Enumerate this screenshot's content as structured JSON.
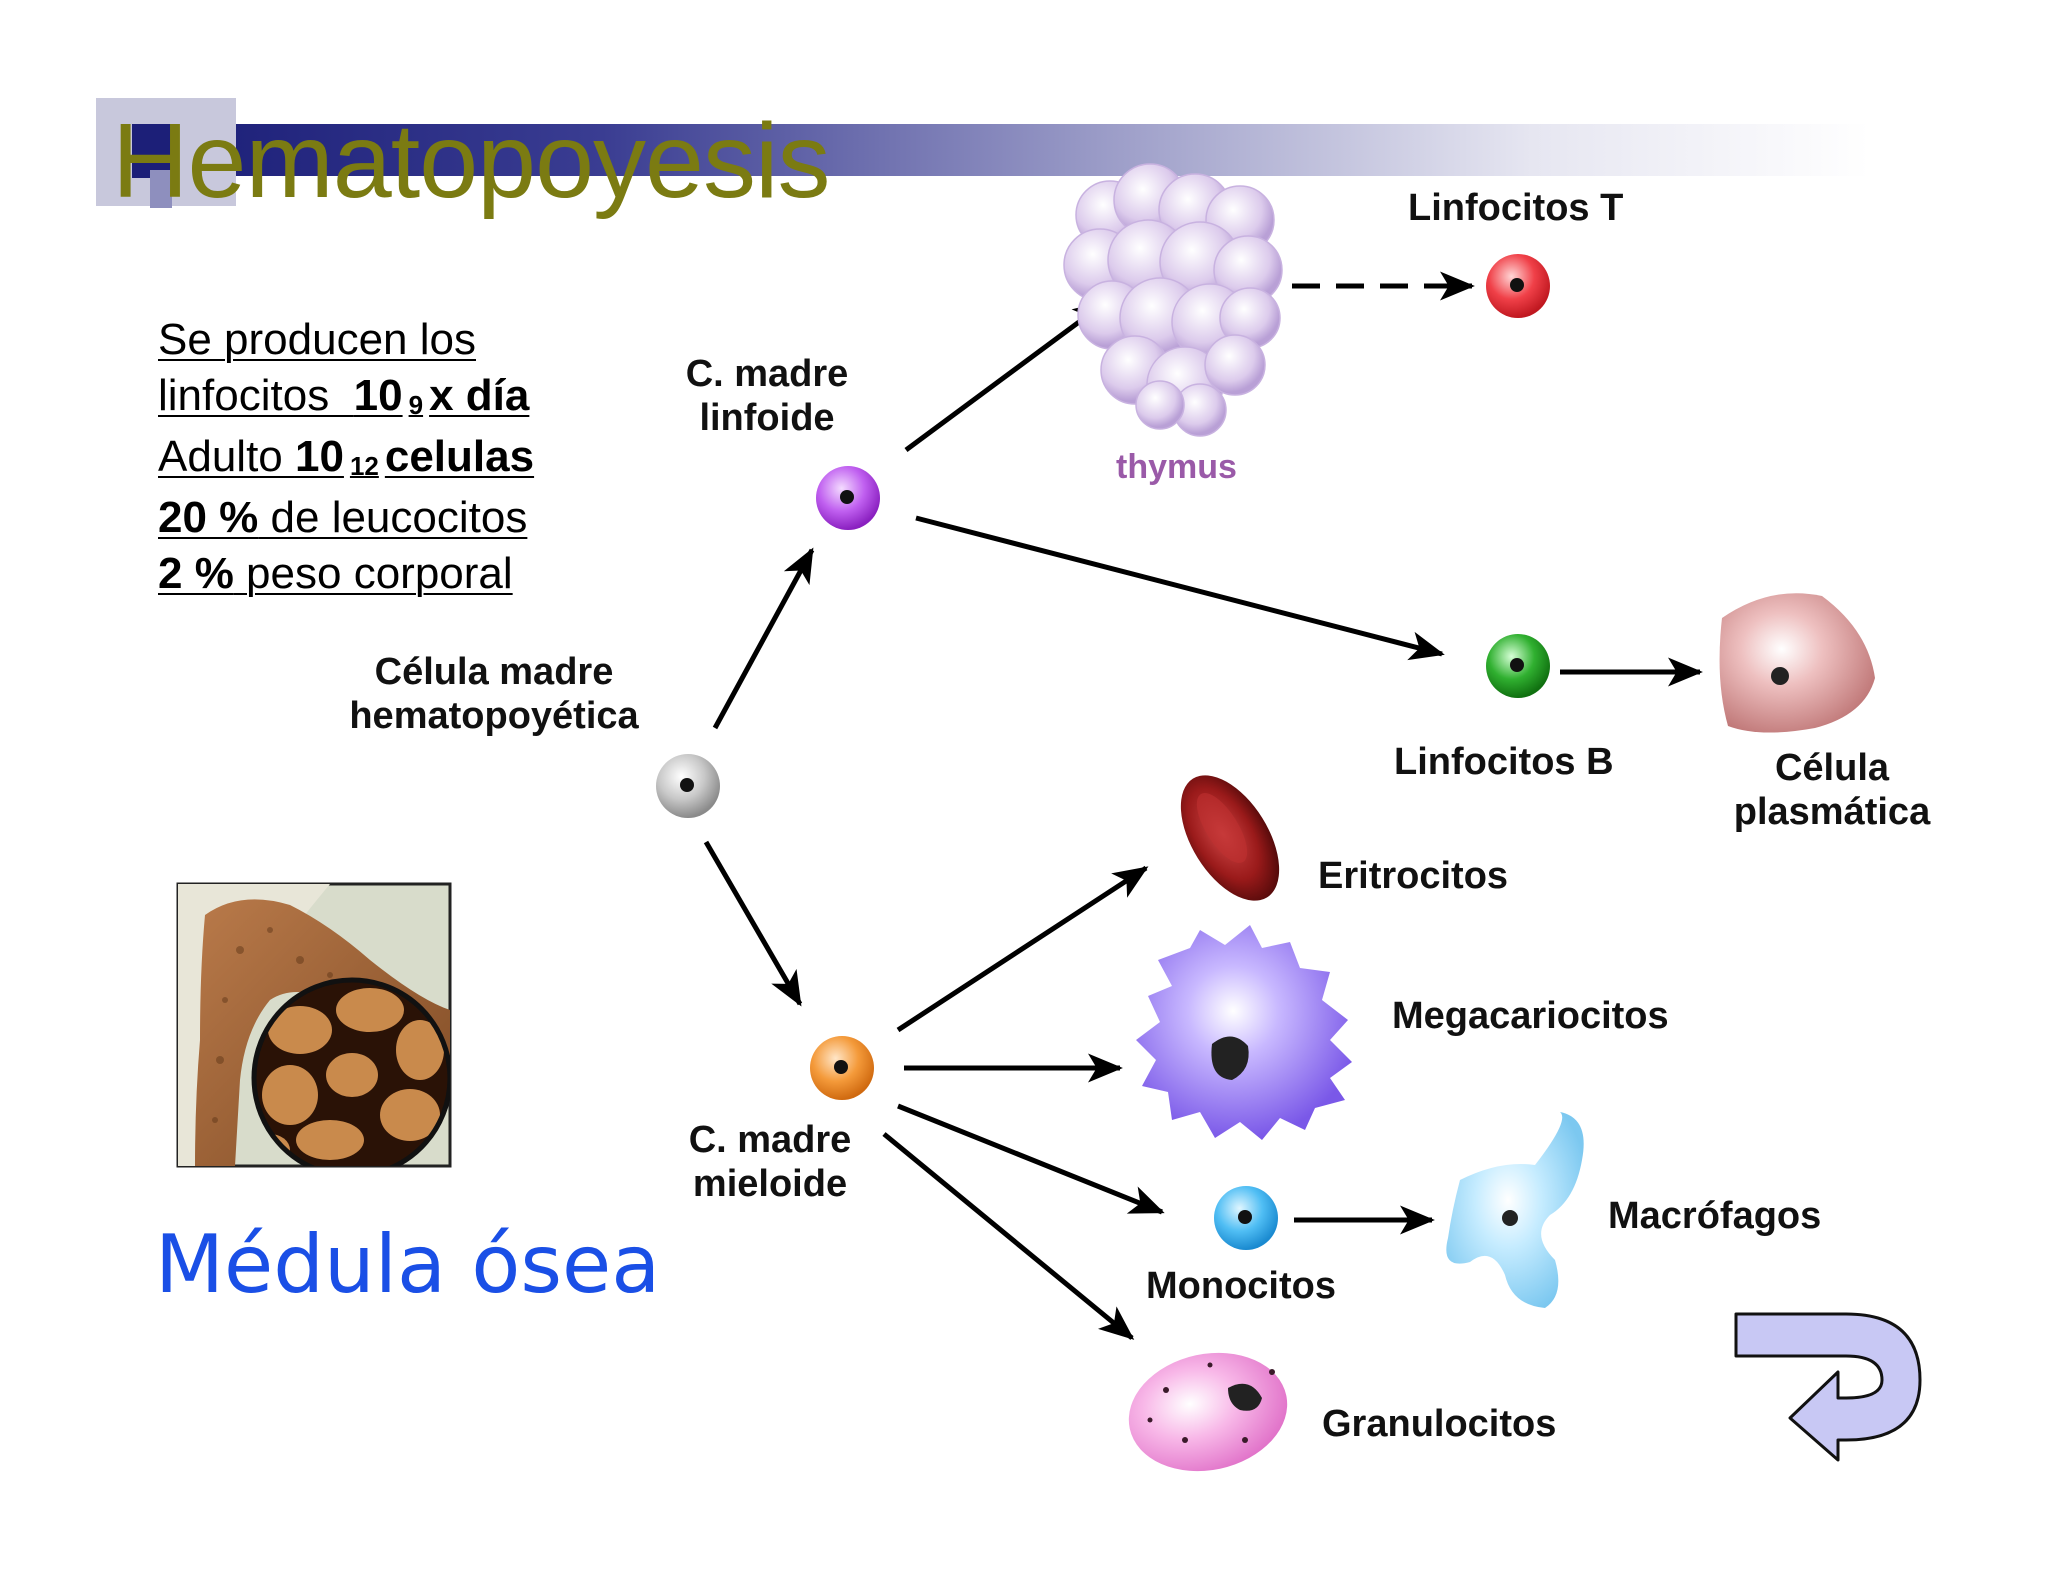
{
  "title": "Hematopoyesis",
  "stats": {
    "line1": "Se producen los",
    "line2_text": "linfocitos  ",
    "line2_num": "10",
    "line2_exp": "9",
    "line2_unit": "x día",
    "line3_text": "Adulto ",
    "line3_num": "10",
    "line3_exp": "12",
    "line3_unit": "celulas",
    "line4_num": "20 %",
    "line4_text": " de leucocitos",
    "line5_num": "2 %",
    "line5_text": " peso corporal"
  },
  "marrow_label": "Médula ósea",
  "labels": {
    "hsc_1": "Célula madre",
    "hsc_2": "hematopoyética",
    "lymphoid_1": "C. madre",
    "lymphoid_2": "linfoide",
    "myeloid_1": "C. madre",
    "myeloid_2": "mieloide",
    "thymus": "thymus",
    "t_cells": "Linfocitos T",
    "b_cells": "Linfocitos B",
    "plasma_1": "Célula",
    "plasma_2": "plasmática",
    "erythrocytes": "Eritrocitos",
    "megakaryocytes": "Megacariocitos",
    "monocytes": "Monocitos",
    "macrophages": "Macrófagos",
    "granulocytes": "Granulocitos"
  },
  "icons": {
    "back": "return-arrow-icon"
  },
  "colors": {
    "title": "#7b7b12",
    "title_bar": "#1c1f78",
    "marrow_label": "#1a4fe6",
    "hsc": "#a8a8a8",
    "lymphoid": "#b040e0",
    "myeloid": "#f08a28",
    "t_cell": "#e8303a",
    "b_cell": "#20a020",
    "monocyte": "#30aef0"
  }
}
